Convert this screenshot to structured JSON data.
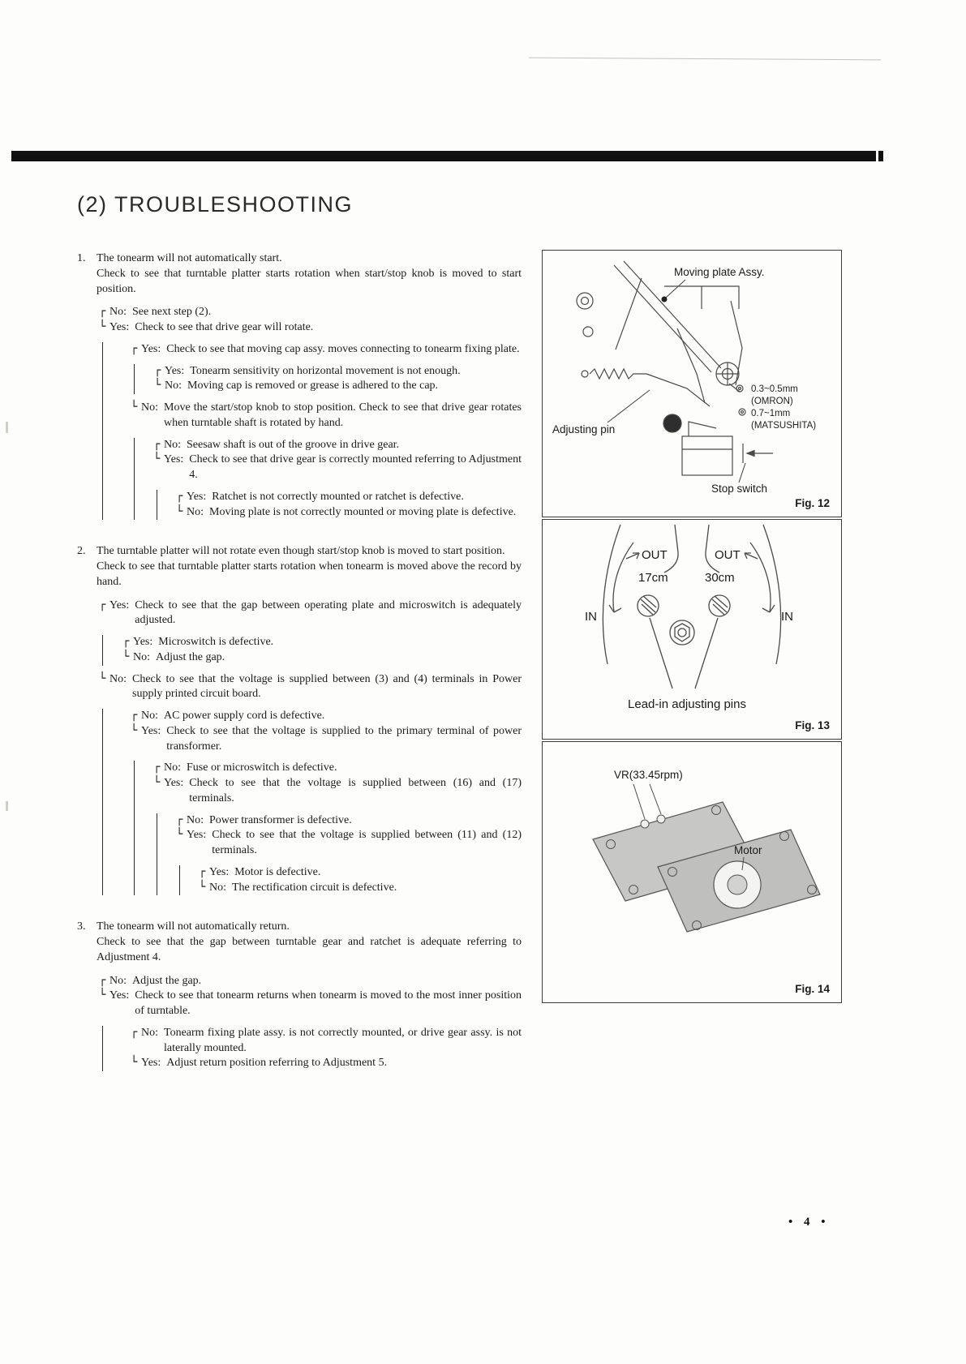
{
  "page": {
    "title": "(2) TROUBLESHOOTING",
    "page_number": "• 4 •"
  },
  "items": [
    {
      "number": "1.",
      "heading": "The tonearm will not automatically start.",
      "intro": "Check to see that turntable platter starts rotation when start/stop knob is moved to start position.",
      "branches": [
        {
          "label": "No:",
          "text": "See next step (2)."
        },
        {
          "label": "Yes:",
          "text": "Check to see that drive gear will rotate."
        },
        {
          "label": "Yes:",
          "text": "Check to see that moving cap assy. moves connecting to tonearm fixing plate."
        },
        {
          "label": "Yes:",
          "text": "Tonearm sensitivity on horizontal movement is not enough."
        },
        {
          "label": "No:",
          "text": "Moving cap is removed or grease is adhered to the cap."
        },
        {
          "label": "No:",
          "text": "Move the start/stop knob to stop position. Check to see that drive gear rotates when turntable shaft is rotated by hand."
        },
        {
          "label": "No:",
          "text": "Seesaw shaft is out of the groove in drive gear."
        },
        {
          "label": "Yes:",
          "text": "Check to see that drive gear is correctly mounted referring to Adjustment 4."
        },
        {
          "label": "Yes:",
          "text": "Ratchet is not correctly mounted or ratchet is defective."
        },
        {
          "label": "No:",
          "text": "Moving plate is not correctly mounted or moving plate is defective."
        }
      ]
    },
    {
      "number": "2.",
      "heading": "The turntable platter will not rotate even though start/stop knob is moved to start position.",
      "intro": "Check to see that turntable platter starts rotation when tonearm is moved above the record by hand.",
      "branches": [
        {
          "label": "Yes:",
          "text": "Check to see that the gap between operating plate and microswitch is adequately adjusted."
        },
        {
          "label": "Yes:",
          "text": "Microswitch is defective."
        },
        {
          "label": "No:",
          "text": "Adjust the gap."
        },
        {
          "label": "No:",
          "text": "Check to see that the voltage is supplied between (3) and (4) terminals in Power supply printed circuit board."
        },
        {
          "label": "No:",
          "text": "AC power supply cord is defective."
        },
        {
          "label": "Yes:",
          "text": "Check to see that the voltage is supplied to the primary terminal of power transformer."
        },
        {
          "label": "No:",
          "text": "Fuse or microswitch is defective."
        },
        {
          "label": "Yes:",
          "text": "Check to see that the voltage is supplied between (16) and (17) terminals."
        },
        {
          "label": "No:",
          "text": "Power transformer is defective."
        },
        {
          "label": "Yes:",
          "text": "Check to see that the voltage is supplied between (11) and (12) terminals."
        },
        {
          "label": "Yes:",
          "text": "Motor is defective."
        },
        {
          "label": "No:",
          "text": "The rectification circuit is defective."
        }
      ]
    },
    {
      "number": "3.",
      "heading": "The tonearm will not automatically return.",
      "intro": "Check to see that the gap between turntable gear and ratchet is adequate referring to Adjustment 4.",
      "branches": [
        {
          "label": "No:",
          "text": "Adjust the gap."
        },
        {
          "label": "Yes:",
          "text": "Check to see that tonearm returns when tonearm is moved to the most inner position of turntable."
        },
        {
          "label": "No:",
          "text": "Tonearm fixing plate assy. is not correctly mounted, or drive gear assy. is not laterally mounted."
        },
        {
          "label": "Yes:",
          "text": "Adjust return position referring to Adjustment 5."
        }
      ]
    }
  ],
  "figures": {
    "fig12": {
      "caption": "Fig. 12",
      "moving_plate": "Moving plate Assy.",
      "adjusting_pin": "Adjusting pin",
      "spec_line1": "0.3~0.5mm",
      "spec_line2": "(OMRON)",
      "spec_line3": "0.7~1mm",
      "spec_line4": "(MATSUSHITA)",
      "stop_switch": "Stop switch"
    },
    "fig13": {
      "caption": "Fig. 13",
      "out_left": "OUT",
      "out_right": "OUT",
      "dist_left": "17cm",
      "dist_right": "30cm",
      "in_left": "IN",
      "in_right": "IN",
      "label": "Lead-in adjusting pins"
    },
    "fig14": {
      "caption": "Fig. 14",
      "vr": "VR(33.45rpm)",
      "motor": "Motor"
    }
  }
}
